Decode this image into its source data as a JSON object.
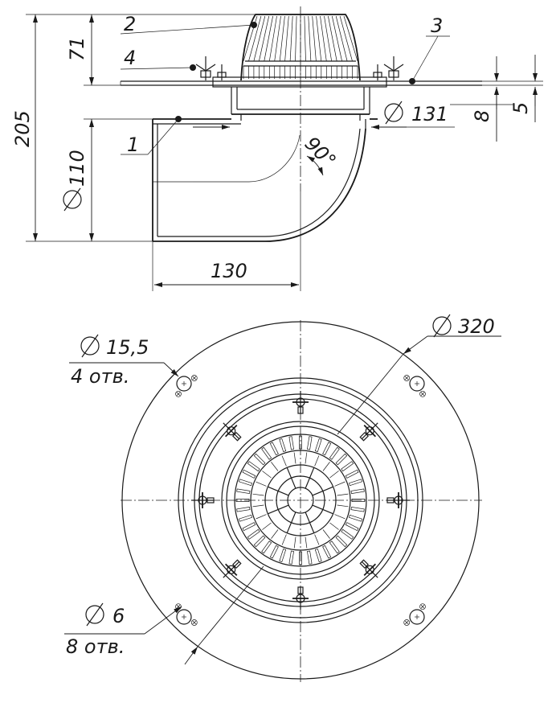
{
  "labels": {
    "part_1": "1",
    "part_2": "2",
    "part_3": "3",
    "part_4": "4",
    "dim_205": "205",
    "dim_71": "71",
    "dim_110": "110",
    "dim_130": "130",
    "dim_131": "131",
    "dim_8": "8",
    "dim_5": "5",
    "angle_90": "90°",
    "dim_320": "320",
    "hole_large_dia": "15,5",
    "hole_large_count": "4 отв.",
    "hole_small_dia": "6",
    "hole_small_count": "8 отв."
  },
  "colors": {
    "line": "#1a1a1a",
    "background": "#ffffff"
  }
}
